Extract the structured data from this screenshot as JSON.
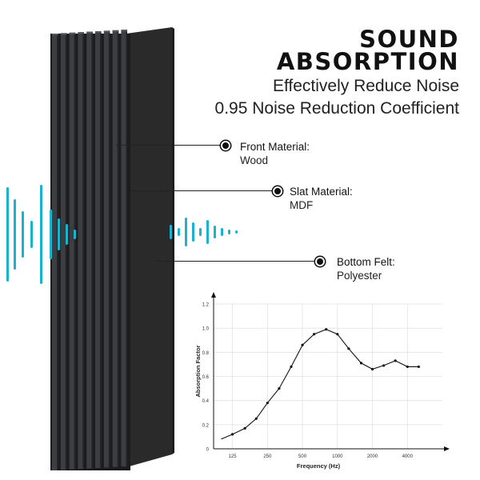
{
  "headline": {
    "line1": "SOUND",
    "line2": "ABSORPTION",
    "sub1": "Effectively Reduce Noise",
    "sub2": "0.95 Noise Reduction Coefficient"
  },
  "callouts": [
    {
      "title": "Front Material:",
      "value": "Wood"
    },
    {
      "title": "Slat Material:",
      "value": "MDF"
    },
    {
      "title": "Bottom Felt:",
      "value": "Polyester"
    }
  ],
  "colors": {
    "wave": "#19b3cf",
    "panel_dark": "#2b2c2f",
    "slat": "#3d3e41",
    "felt": "#2a2a2a"
  },
  "chart_data": {
    "type": "line",
    "xlabel": "Frequency (Hz)",
    "ylabel": "Absorption Factor",
    "x_ticks": [
      "125",
      "250",
      "500",
      "1000",
      "2000",
      "4000"
    ],
    "y_ticks": [
      "0",
      "0.2",
      "0.4",
      "0.6",
      "0.8",
      "1.0",
      "1.2"
    ],
    "ylim": [
      0,
      1.2
    ],
    "grid": true,
    "x": [
      100,
      125,
      160,
      200,
      250,
      315,
      400,
      500,
      630,
      800,
      1000,
      1250,
      1600,
      2000,
      2500,
      3150,
      4000,
      5000
    ],
    "values": [
      0.08,
      0.12,
      0.17,
      0.25,
      0.38,
      0.5,
      0.68,
      0.86,
      0.95,
      0.99,
      0.95,
      0.83,
      0.71,
      0.66,
      0.69,
      0.73,
      0.68,
      0.68
    ]
  }
}
